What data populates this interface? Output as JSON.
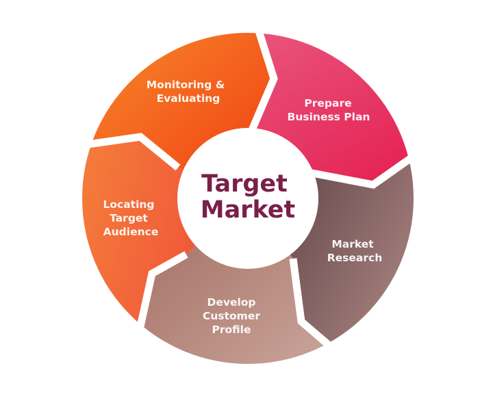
{
  "center": {
    "line1": "Target",
    "line2": "Market",
    "color": "#7a1f4a"
  },
  "segments": [
    {
      "lines": [
        "Monitoring &",
        "Evaluating"
      ],
      "colors": [
        "#f8902e",
        "#f03c10"
      ]
    },
    {
      "lines": [
        "Prepare",
        "Business Plan"
      ],
      "colors": [
        "#e8557c",
        "#e51e50"
      ]
    },
    {
      "lines": [
        "Market",
        "Research"
      ],
      "colors": [
        "#57383f",
        "#a88480"
      ]
    },
    {
      "lines": [
        "Develop",
        "Customer",
        "Profile"
      ],
      "colors": [
        "#a06c60",
        "#cfaaa0"
      ]
    },
    {
      "lines": [
        "Locating",
        "Target",
        "Audience"
      ],
      "colors": [
        "#f5833a",
        "#ef4f3a"
      ]
    }
  ]
}
